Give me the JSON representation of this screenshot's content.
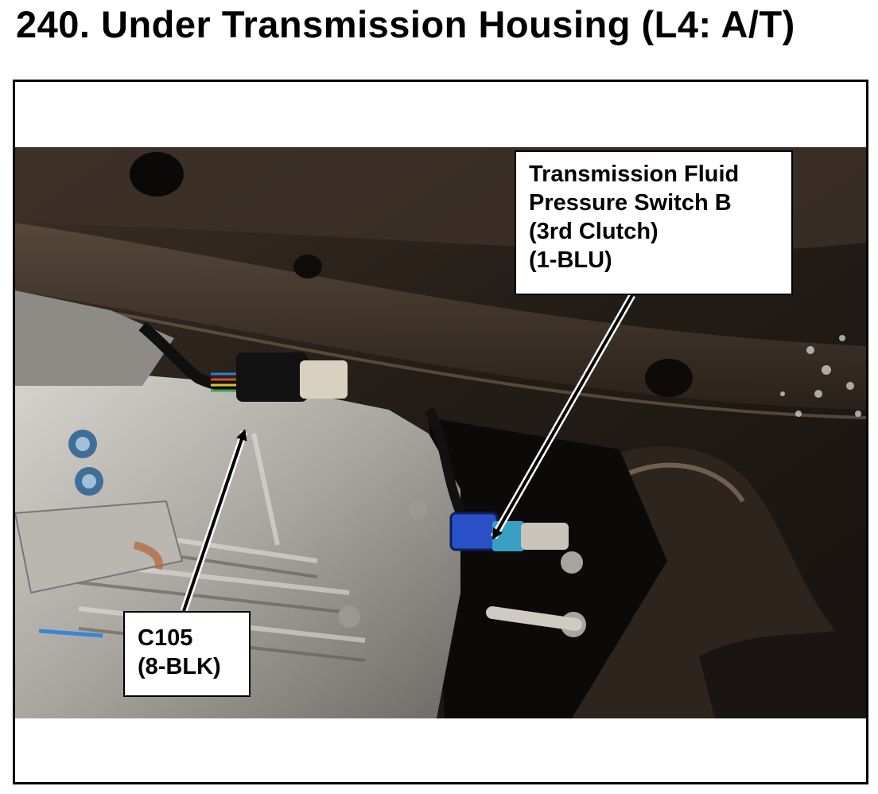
{
  "title": "240.  Under Transmission Housing (L4: A/T)",
  "callouts": {
    "tfps": {
      "lines": [
        "Transmission Fluid",
        "Pressure Switch B",
        "(3rd Clutch)",
        "(1-BLU)"
      ]
    },
    "c105": {
      "lines": [
        "C105",
        "(8-BLK)"
      ]
    }
  },
  "colors": {
    "frame": "#000000",
    "underbody": "#2a221b",
    "housing": "#b9b6b1",
    "connector_blue": "#2a50c8"
  }
}
